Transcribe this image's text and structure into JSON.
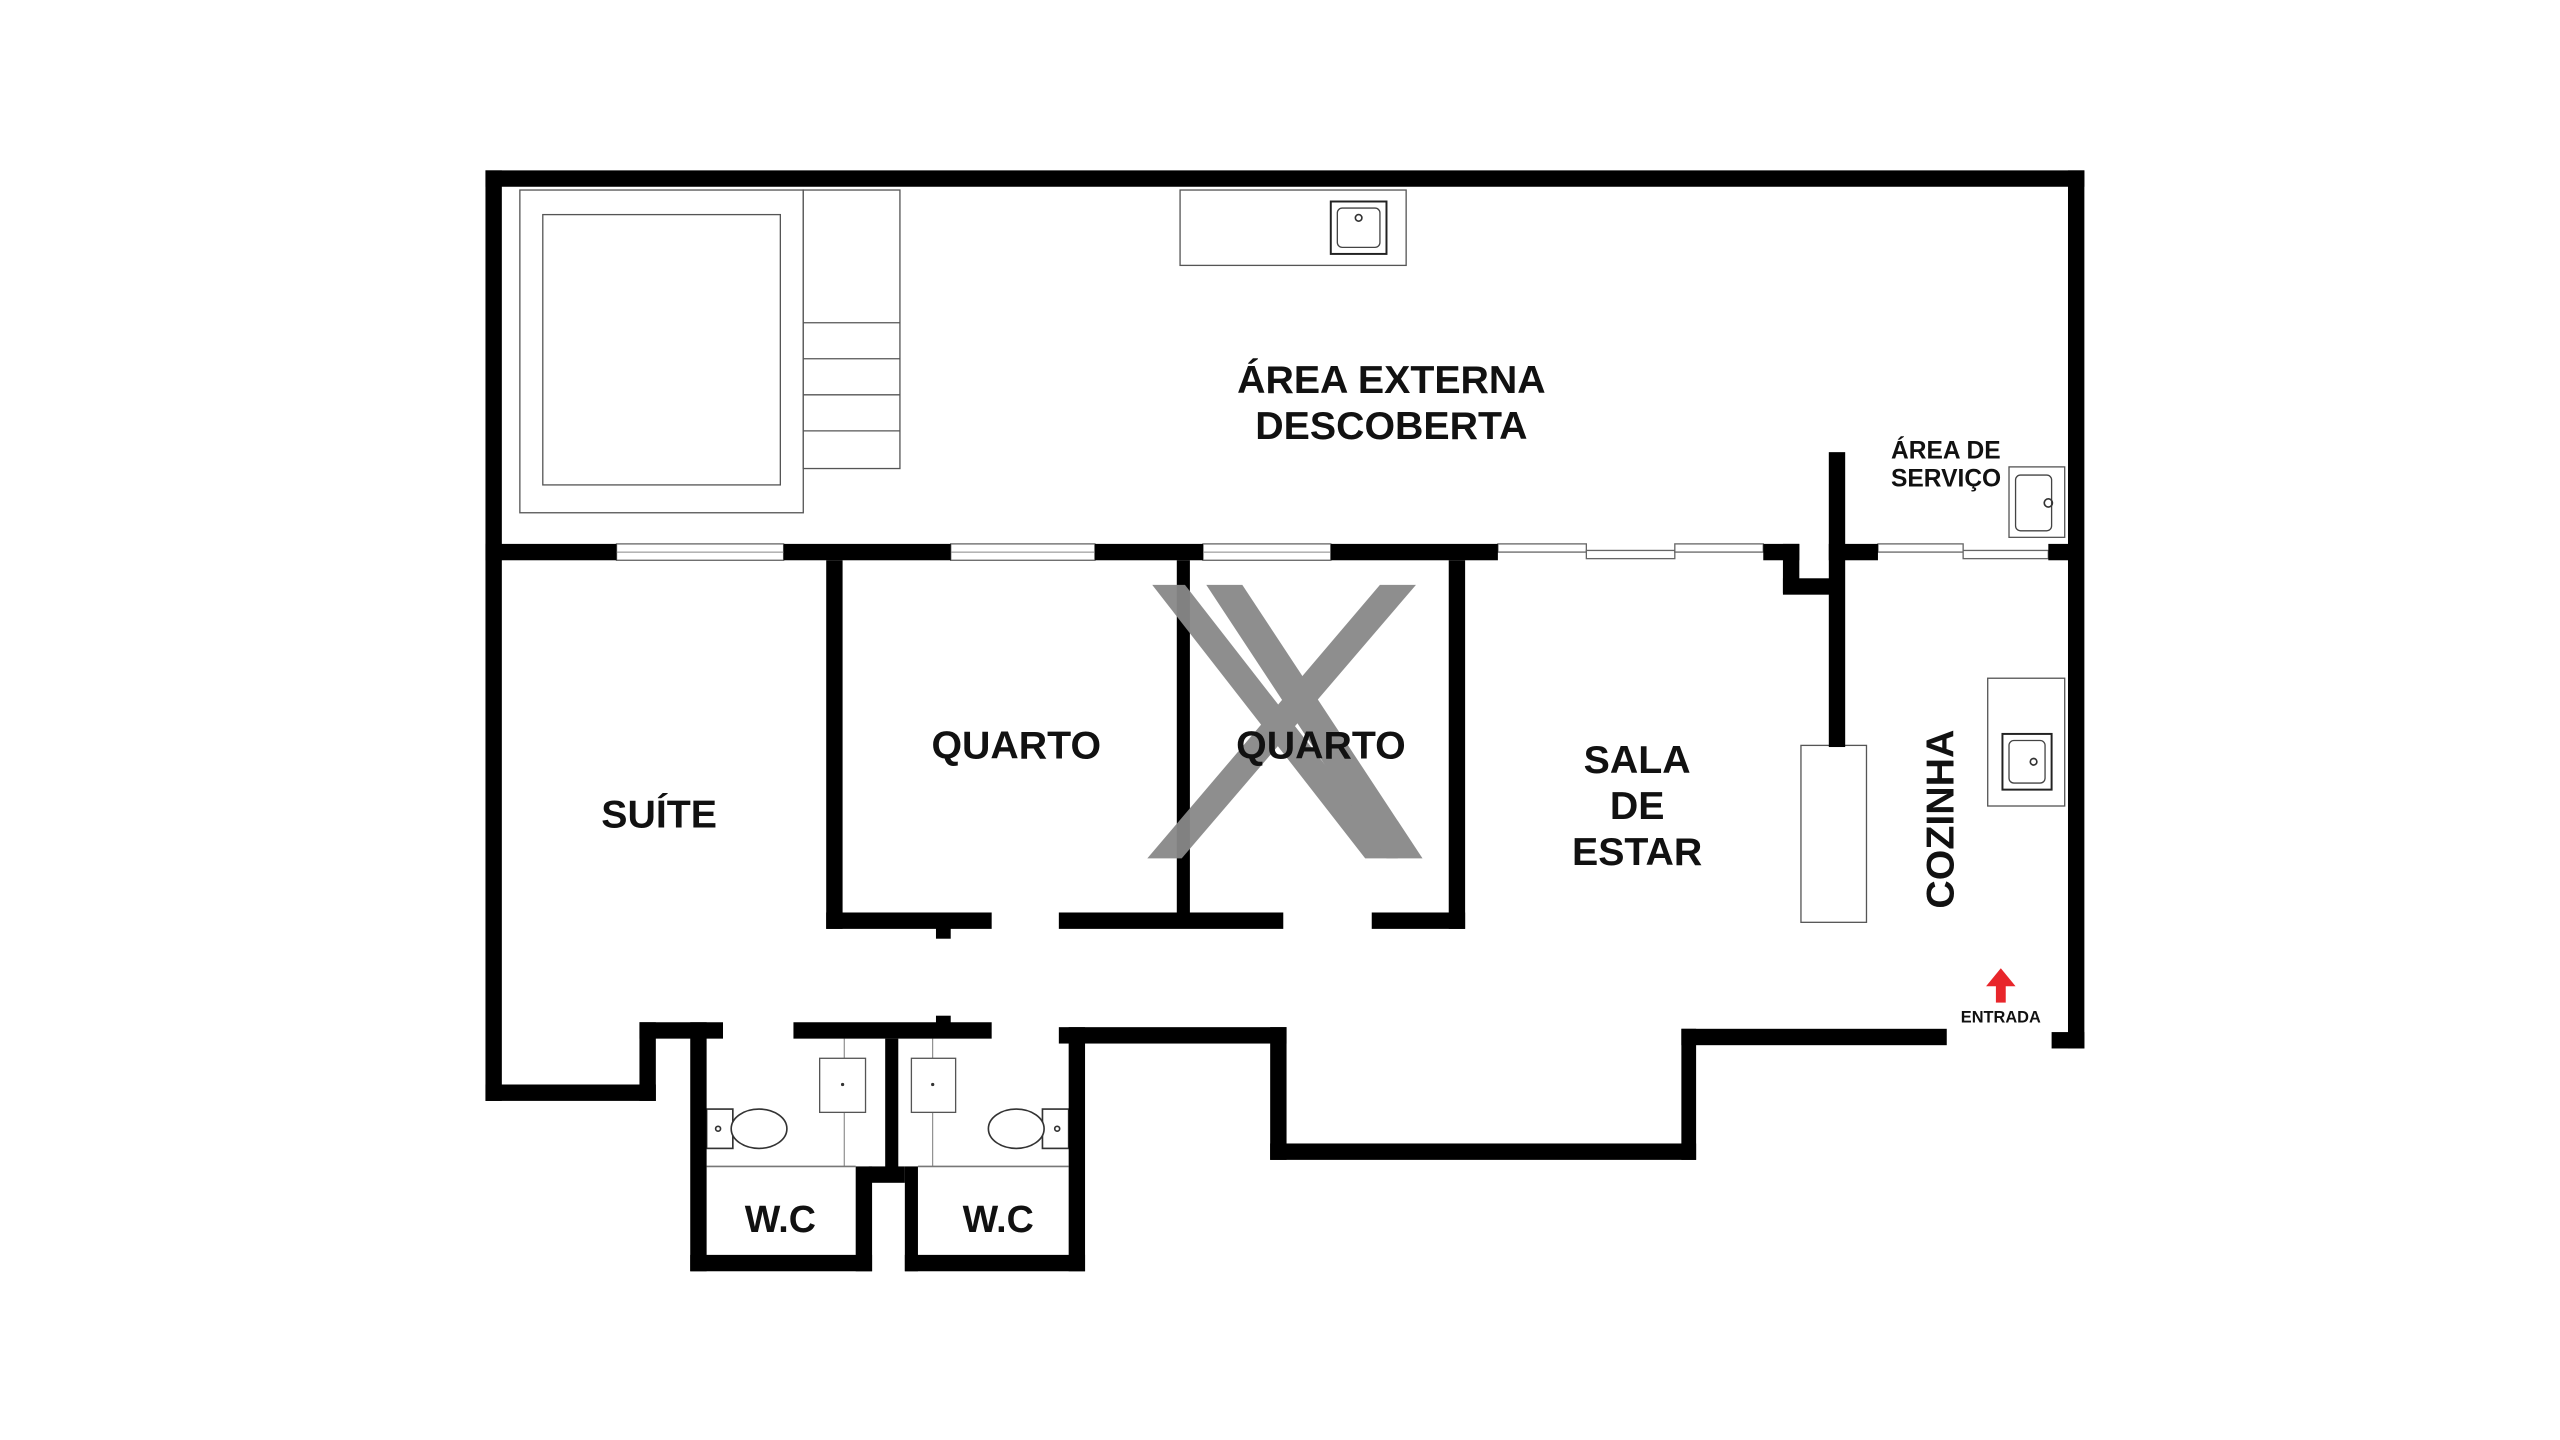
{
  "plan": {
    "rooms": {
      "area_externa_1": "ÁREA EXTERNA",
      "area_externa_2": "DESCOBERTA",
      "area_servico_1": "ÁREA DE",
      "area_servico_2": "SERVIÇO",
      "suite": "SUÍTE",
      "quarto_1": "QUARTO",
      "quarto_2": "QUARTO",
      "sala_1": "SALA",
      "sala_2": "DE",
      "sala_3": "ESTAR",
      "cozinha": "COZINHA",
      "wc_1": "W.C",
      "wc_2": "W.C"
    },
    "entrance_label": "ENTRADA",
    "colors": {
      "wall": "#000000",
      "entrance_arrow": "#e8262b",
      "watermark": "#888888"
    }
  }
}
